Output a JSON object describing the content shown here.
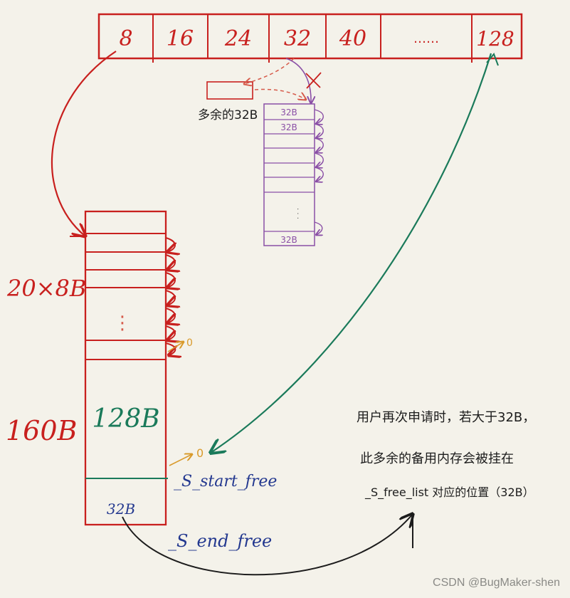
{
  "colors": {
    "red": "#c8201e",
    "purple": "#8a4fa6",
    "green": "#1a7a5a",
    "blue": "#23388f",
    "black": "#1c1c1c",
    "orange": "#d99a2b",
    "red_dashed": "#d65a4a"
  },
  "free_list": {
    "cells": [
      "8",
      "16",
      "24",
      "32",
      "40",
      "……",
      "128"
    ]
  },
  "leftover_label": "多余的32B",
  "purple_block": {
    "labels": [
      "32B",
      "32B",
      "32B"
    ],
    "dots": "·  ·  ·"
  },
  "red_block": {
    "count_label": "20×8B",
    "total_label": "160B",
    "mid_label": "128B",
    "bottom_label": "32B",
    "dashed_mark": "⋮"
  },
  "pointers": {
    "start": "_S_start_free",
    "end": "_S_end_free",
    "zero_small": "0",
    "zero_mid": "0"
  },
  "note": {
    "line1": "用户再次申请时，若大于32B，",
    "line2": "此多余的备用内存会被挂在",
    "line3": "_S_free_list 对应的位置（32B）"
  },
  "watermark": "CSDN @BugMaker-shen"
}
